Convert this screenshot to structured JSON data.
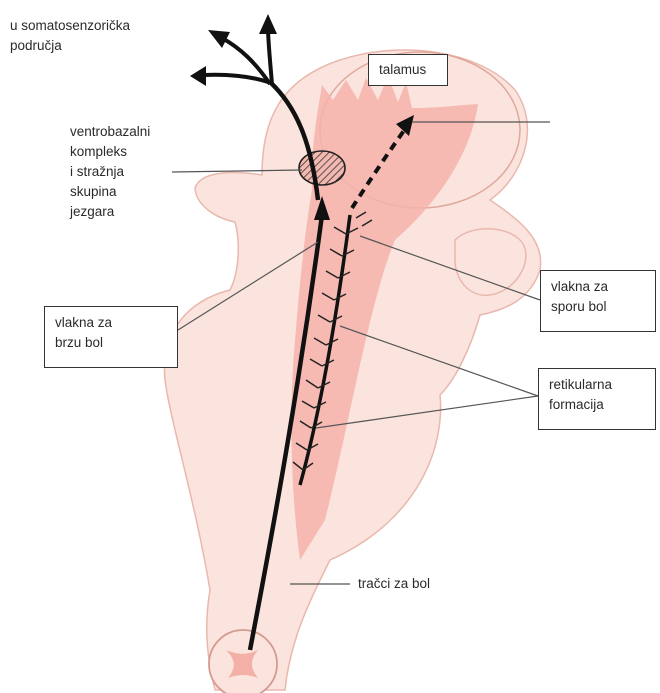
{
  "colors": {
    "outer_tissue": "#fbe4de",
    "outer_stroke": "#e9b8ad",
    "pathway": "#f4b3ab",
    "fiber": "#111111",
    "leader": "#555555"
  },
  "labels": {
    "somatosensory": "u somatosenzorička\npodručja",
    "ventrobasal": "ventrobazalni\nkompleks\ni stražnja\nskupina\njezgara",
    "thalamus": "talamus",
    "fast_pain": "vlakna za\nbrzu bol",
    "slow_pain": "vlakna za\nsporu bol",
    "reticular": "retikularna\nformacija",
    "pain_tracts": "tračci za bol"
  },
  "icons": [
    "fast-fiber-arrow",
    "slow-fiber-dashed-arrow",
    "nucleus-hatched-oval"
  ]
}
